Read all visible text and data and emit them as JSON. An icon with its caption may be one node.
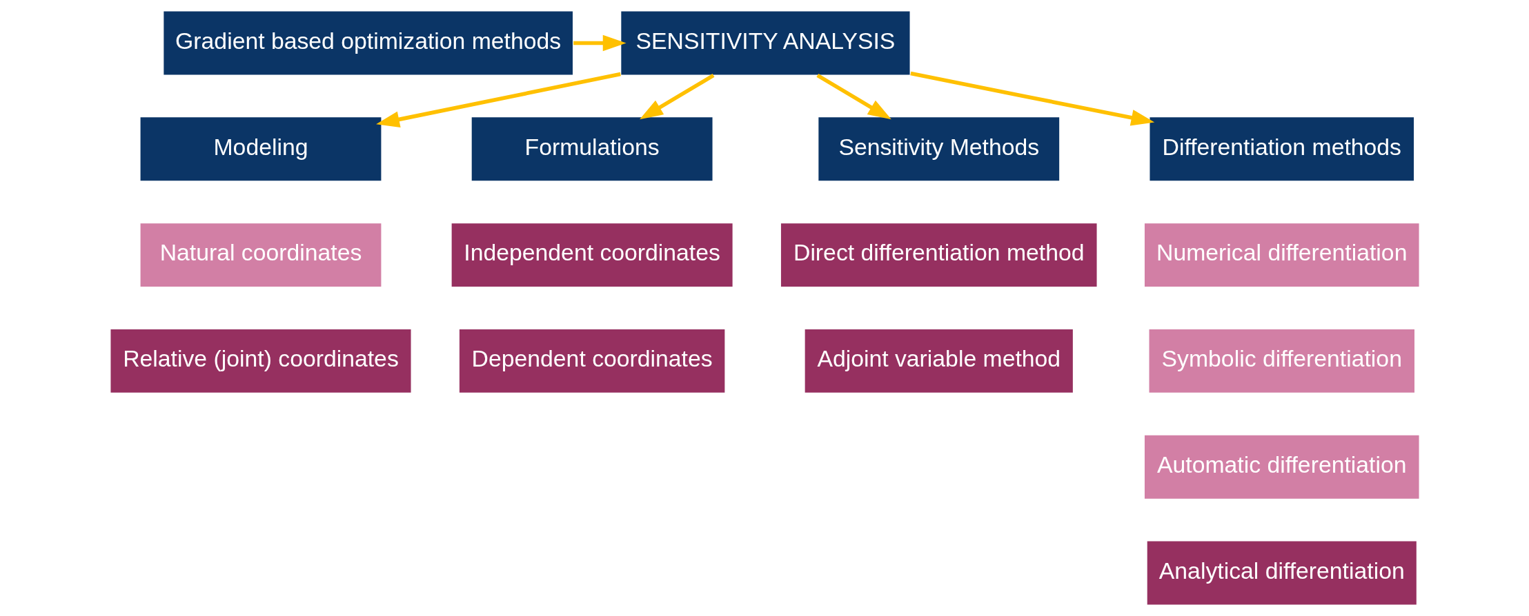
{
  "diagram": {
    "nodes": [
      {
        "text": [
          "Gradient based optimization methods"
        ]
      },
      {
        "text": [
          "SENSITIVITY ANALYSIS"
        ]
      },
      {
        "text": [
          "Modeling"
        ]
      },
      {
        "text": [
          "Formulations"
        ]
      },
      {
        "text": [
          "Sensitivity Methods"
        ]
      },
      {
        "text": [
          "Differentiation methods"
        ]
      },
      {
        "text": [
          "Natural coordinates"
        ]
      },
      {
        "text": [
          "Relative (joint) coordinates"
        ]
      },
      {
        "text": [
          "Independent coordinates"
        ]
      },
      {
        "text": [
          "Dependent coordinates"
        ]
      },
      {
        "text": [
          "Direct differentiation method"
        ]
      },
      {
        "text": [
          "Adjoint variable method"
        ]
      },
      {
        "text": [
          "Numerical differentiation"
        ]
      },
      {
        "text": [
          "Symbolic differentiation"
        ]
      },
      {
        "text": [
          "Automatic differentiation"
        ]
      },
      {
        "text": [
          "Analytical differentiation"
        ]
      }
    ],
    "edges": [
      {
        "from": 0,
        "to": 1,
        "arrow": "to"
      },
      {
        "from": 1,
        "to": 2,
        "arrow": "to"
      },
      {
        "from": 1,
        "to": 3,
        "arrow": "to"
      },
      {
        "from": 1,
        "to": 4,
        "arrow": "to"
      },
      {
        "from": 1,
        "to": 5,
        "arrow": "to"
      }
    ]
  }
}
